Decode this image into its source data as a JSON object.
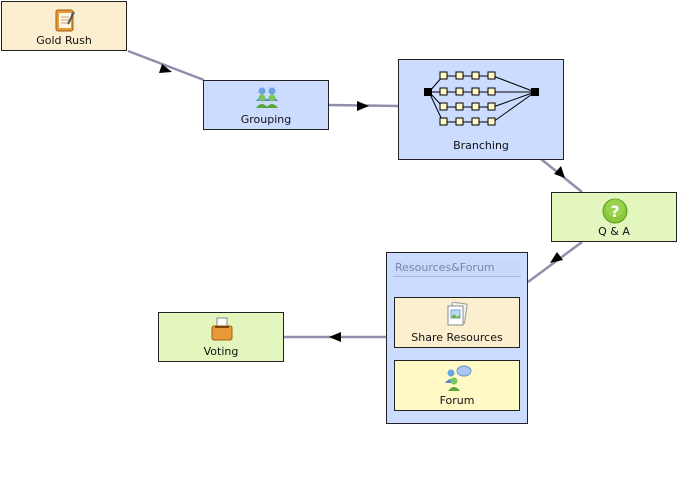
{
  "colors": {
    "connector": "#8f8fab",
    "tool_bg": "#fcefcf",
    "grouping_bg": "#cbdcff",
    "branching_bg": "#cbdcff",
    "qa_bg": "#e2f6be",
    "container_bg": "#cbdcff",
    "share_bg": "#fcefcf",
    "forum_bg": "#fff9c6",
    "voting_bg": "#e2f6be"
  },
  "nodes": {
    "gold_rush": {
      "label": "Gold Rush",
      "icon": "notebook-pencil-icon"
    },
    "grouping": {
      "label": "Grouping",
      "icon": "people-group-icon"
    },
    "branching": {
      "label": "Branching",
      "icon": "branching-paths-icon"
    },
    "qa": {
      "label": "Q & A",
      "icon": "question-mark-icon"
    },
    "resources_forum": {
      "label": "Resources&Forum"
    },
    "share_resources": {
      "label": "Share Resources",
      "icon": "document-picture-icon"
    },
    "forum": {
      "label": "Forum",
      "icon": "people-chat-icon"
    },
    "voting": {
      "label": "Voting",
      "icon": "ballot-box-icon"
    }
  }
}
